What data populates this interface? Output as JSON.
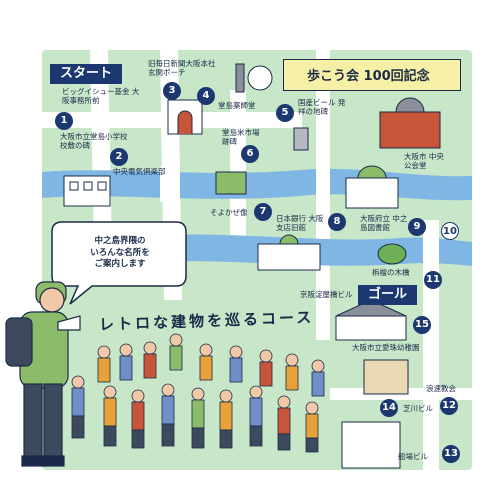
{
  "title": "歩こう会 100回記念",
  "start_label": "スタート",
  "goal_label": "ゴール",
  "course_title": "レトロな建物を巡るコース",
  "speech_bubble": "中之島界隈の いろんな名所を ご案内します",
  "places": [
    {
      "num": "1",
      "label": "ビッグイシュー基金 大阪事務所前"
    },
    {
      "num": "2",
      "label": "大阪市立堂島小学校 校敷の碑"
    },
    {
      "num": "",
      "label": "中央電気倶楽部"
    },
    {
      "num": "3",
      "label": "旧毎日新聞大阪本社 玄関ポーチ"
    },
    {
      "num": "4",
      "label": "堂島薬師堂"
    },
    {
      "num": "5",
      "label": "国産ビール 発祥の地碑"
    },
    {
      "num": "6",
      "label": "堂島米市場 跡碑"
    },
    {
      "num": "7",
      "label": "そよかぜ像"
    },
    {
      "num": "8",
      "label": "日本銀行 大阪支店旧館"
    },
    {
      "num": "9",
      "label": "大阪府立 中之島図書館"
    },
    {
      "num": "10",
      "label": "大阪市 中央公会堂"
    },
    {
      "num": "11",
      "label": "栴檀の木橋"
    },
    {
      "num": "",
      "label": "京阪淀屋橋ビル"
    },
    {
      "num": "12",
      "label": "芝川ビル"
    },
    {
      "num": "13",
      "label": "船場ビル"
    },
    {
      "num": "14",
      "label": "浪速教会"
    },
    {
      "num": "15",
      "label": "大阪市立愛珠幼稚園"
    }
  ],
  "colors": {
    "land": "#c8e6c8",
    "road": "#ffffff",
    "river": "#7fb6e3",
    "navy": "#1d3870",
    "title_bg": "#f6f0a6"
  }
}
